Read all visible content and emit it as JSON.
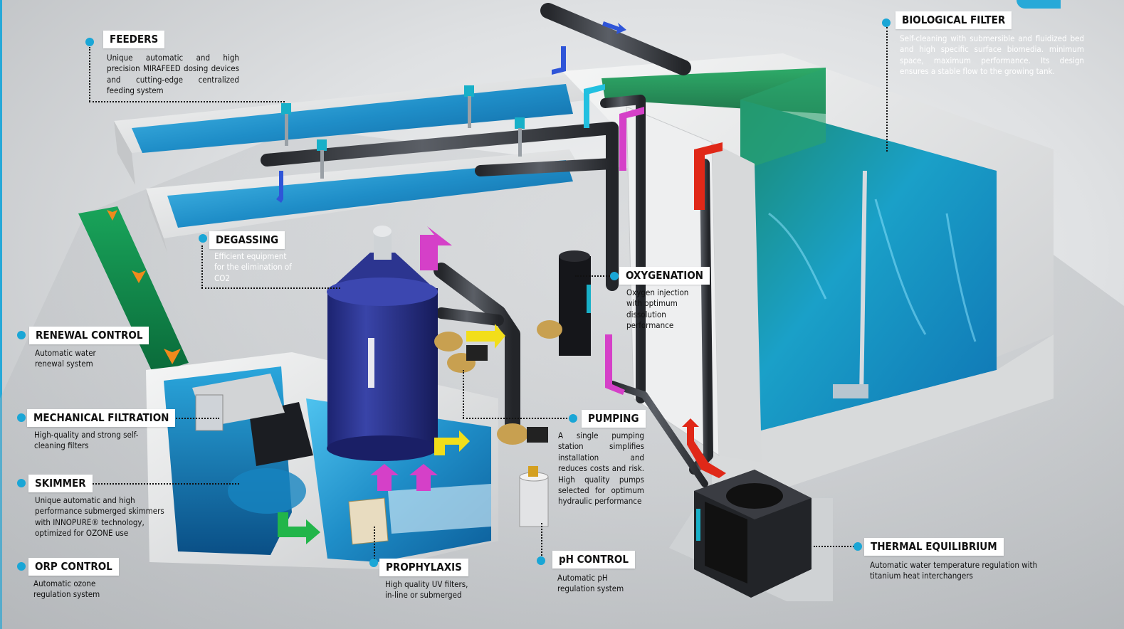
{
  "labels": {
    "feeders": {
      "title": "FEEDERS",
      "description": "Unique automatic and high precision MIRAFEED dosing devices and cutting-edge centralized feeding system"
    },
    "degassing": {
      "title": "DEGASSING",
      "description": "Efficient equipment for the elimination of CO2"
    },
    "renewal_control": {
      "title": "RENEWAL CONTROL",
      "description": "Automatic water renewal system"
    },
    "mechanical_filtration": {
      "title": "MECHANICAL FILTRATION",
      "description": "High-quality and strong self-cleaning filters"
    },
    "skimmer": {
      "title": "SKIMMER",
      "description": "Unique automatic and high performance submerged skimmers with INNOPURE® technology, optimized for OZONE use"
    },
    "orp_control": {
      "title": "ORP CONTROL",
      "description": "Automatic ozone regulation system"
    },
    "prophylaxis": {
      "title": "PROPHYLAXIS",
      "description": "High quality UV filters, in-line or submerged"
    },
    "ph_control": {
      "title": "pH CONTROL",
      "description": "Automatic pH regulation system"
    },
    "pumping": {
      "title": "PUMPING",
      "description": "A single pumping station simplifies installation and reduces costs and risk. High quality pumps selected for optimum hydraulic performance"
    },
    "oxygenation": {
      "title": "OXYGENATION",
      "description": "Oxygen injection with optimum dissolution performance"
    },
    "biological_filter": {
      "title": "BIOLOGICAL FILTER",
      "description": "Self-cleaning with submersible and fluidized bed and high specific surface biomedia. minimum space, maximum performance. Its design ensures a stable flow to the growing tank."
    },
    "thermal_equilibrium": {
      "title": "THERMAL EQUILIBRIUM",
      "description": "Automatic water temperature regulation with titanium heat interchangers"
    }
  },
  "colors": {
    "accent_dot": "#1aa6d6",
    "water": "#1e8fc4",
    "pipe": "#3a3d42",
    "concrete": "#e8e9ea",
    "vessel": "#2b3590",
    "bio_green": "#0f8a4a",
    "arrow_magenta": "#d540c8",
    "arrow_yellow": "#f2de1a",
    "arrow_red": "#e02818",
    "arrow_orange": "#f08a1c",
    "arrow_blue": "#2f55d8",
    "arrow_cyan": "#22c0e0",
    "arrow_green": "#22b54a"
  },
  "icons": {
    "callout_marker": "filled-circle-icon",
    "flow_arrow": "bent-arrow-icon"
  }
}
